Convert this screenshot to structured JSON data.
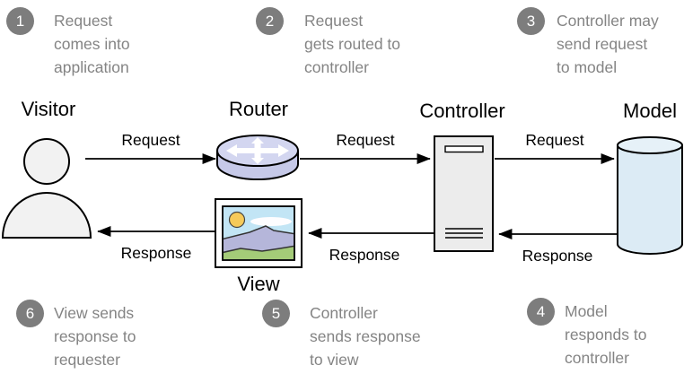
{
  "steps": [
    {
      "num": "1",
      "text": "Request\ncomes into\napplication"
    },
    {
      "num": "2",
      "text": "Request\ngets routed to\ncontroller"
    },
    {
      "num": "3",
      "text": "Controller may\nsend request\nto model"
    },
    {
      "num": "4",
      "text": "Model\nresponds to\ncontroller"
    },
    {
      "num": "5",
      "text": "Controller\nsends response\nto view"
    },
    {
      "num": "6",
      "text": "View sends\nresponse to\nrequester"
    }
  ],
  "nodes": {
    "visitor": {
      "label": "Visitor"
    },
    "router": {
      "label": "Router"
    },
    "controller": {
      "label": "Controller"
    },
    "model": {
      "label": "Model"
    },
    "view": {
      "label": "View"
    }
  },
  "edges": [
    {
      "from": "visitor",
      "to": "router",
      "label": "Request"
    },
    {
      "from": "router",
      "to": "controller",
      "label": "Request"
    },
    {
      "from": "controller",
      "to": "model",
      "label": "Request"
    },
    {
      "from": "model",
      "to": "controller",
      "label": "Response"
    },
    {
      "from": "controller",
      "to": "view",
      "label": "Response"
    },
    {
      "from": "view",
      "to": "visitor",
      "label": "Response"
    }
  ],
  "colors": {
    "badge": "#7d7d7d",
    "step_text": "#848484",
    "arrow": "#000000",
    "visitor_fill": "#f2f2f2",
    "router_fill": "#c6c9e8",
    "router_top": "#d3d6f0",
    "controller_fill": "#ececec",
    "model_fill": "#dcebf5",
    "view_sky": "#c2e5f5",
    "view_sun": "#f6ca5a",
    "view_mountain": "#b5b6da",
    "view_grass": "#a4cb78"
  }
}
